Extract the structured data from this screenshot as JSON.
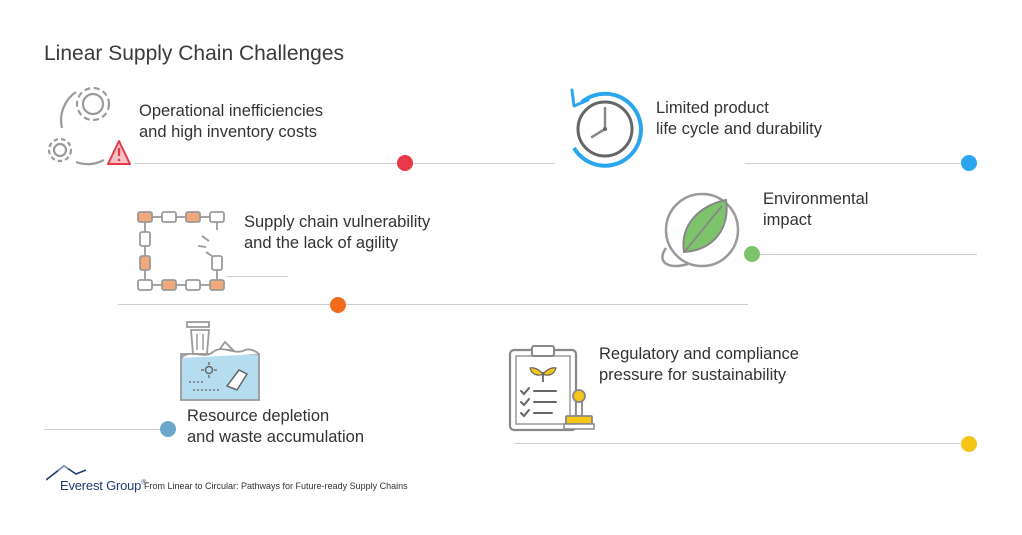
{
  "title": "Linear Supply Chain Challenges",
  "colors": {
    "red": "#e8394a",
    "blue": "#2aa6ee",
    "orange": "#f26b1d",
    "green": "#7dc36b",
    "steel": "#6aa8c9",
    "yellow": "#f5c518",
    "icon_gray": "#9a9a9a",
    "icon_orange": "#f0a87a",
    "icon_blue": "#b5dcef"
  },
  "challenges": [
    {
      "id": "operational",
      "lines": [
        "Operational inefficiencies",
        "and high inventory costs"
      ],
      "icon": "gears-warning-icon",
      "dot": "red"
    },
    {
      "id": "product",
      "lines": [
        "Limited product",
        "life cycle and durability"
      ],
      "icon": "clock-icon",
      "dot": "blue"
    },
    {
      "id": "vulnerability",
      "lines": [
        "Supply chain vulnerability",
        "and the lack of agility"
      ],
      "icon": "broken-chain-icon",
      "dot": "orange"
    },
    {
      "id": "environment",
      "lines": [
        "Environmental",
        "impact"
      ],
      "icon": "leaf-globe-icon",
      "dot": "green"
    },
    {
      "id": "resource",
      "lines": [
        "Resource depletion",
        "and waste accumulation"
      ],
      "icon": "waste-bin-icon",
      "dot": "steel"
    },
    {
      "id": "regulatory",
      "lines": [
        "Regulatory and compliance",
        "pressure for sustainability"
      ],
      "icon": "clipboard-stamp-icon",
      "dot": "yellow"
    }
  ],
  "footer": {
    "brand": "Everest Group",
    "registered": "®",
    "source": "From Linear to Circular: Pathways for Future-ready Supply Chains"
  }
}
